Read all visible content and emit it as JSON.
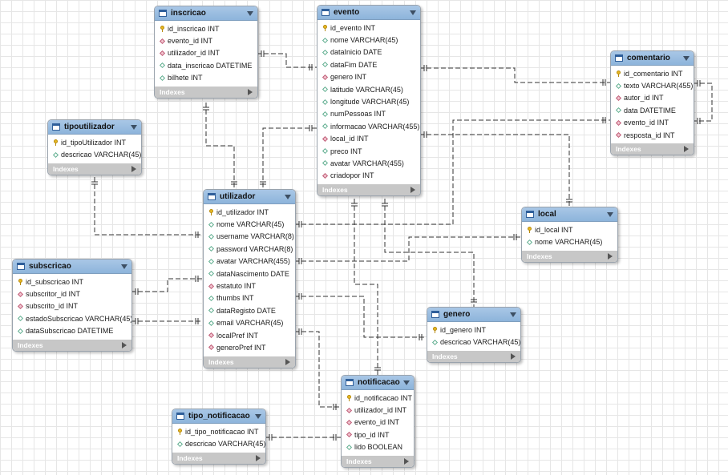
{
  "tables": [
    {
      "id": "inscricao",
      "name": "inscricao",
      "indexes_label": "Indexes",
      "columns": [
        {
          "text": "id_inscricao INT",
          "kind": "pk"
        },
        {
          "text": "evento_id INT",
          "kind": "fk"
        },
        {
          "text": "utilizador_id INT",
          "kind": "fk"
        },
        {
          "text": "data_inscricao DATETIME",
          "kind": "col"
        },
        {
          "text": "bilhete INT",
          "kind": "col"
        }
      ]
    },
    {
      "id": "evento",
      "name": "evento",
      "indexes_label": "Indexes",
      "columns": [
        {
          "text": "id_evento INT",
          "kind": "pk"
        },
        {
          "text": "nome VARCHAR(45)",
          "kind": "col"
        },
        {
          "text": "dataInicio DATE",
          "kind": "col"
        },
        {
          "text": "dataFim DATE",
          "kind": "col"
        },
        {
          "text": "genero INT",
          "kind": "fk"
        },
        {
          "text": "latitude VARCHAR(45)",
          "kind": "col"
        },
        {
          "text": "longitude VARCHAR(45)",
          "kind": "col"
        },
        {
          "text": "numPessoas INT",
          "kind": "col"
        },
        {
          "text": "informacao VARCHAR(455)",
          "kind": "col"
        },
        {
          "text": "local_id INT",
          "kind": "fk"
        },
        {
          "text": "preco INT",
          "kind": "col"
        },
        {
          "text": "avatar VARCHAR(455)",
          "kind": "col"
        },
        {
          "text": "criadopor INT",
          "kind": "fk"
        }
      ]
    },
    {
      "id": "comentario",
      "name": "comentario",
      "indexes_label": "Indexes",
      "columns": [
        {
          "text": "id_comentario INT",
          "kind": "pk"
        },
        {
          "text": "texto VARCHAR(455)",
          "kind": "col"
        },
        {
          "text": "autor_id INT",
          "kind": "fk"
        },
        {
          "text": "data DATETIME",
          "kind": "col"
        },
        {
          "text": "evento_id INT",
          "kind": "fk"
        },
        {
          "text": "resposta_id INT",
          "kind": "fk"
        }
      ]
    },
    {
      "id": "tipoutilizador",
      "name": "tipoutilizador",
      "indexes_label": "Indexes",
      "columns": [
        {
          "text": "id_tipoUtilizador INT",
          "kind": "pk"
        },
        {
          "text": "descricao VARCHAR(45)",
          "kind": "col"
        }
      ]
    },
    {
      "id": "utilizador",
      "name": "utilizador",
      "indexes_label": "Indexes",
      "columns": [
        {
          "text": "id_utilizador INT",
          "kind": "pk"
        },
        {
          "text": "nome VARCHAR(45)",
          "kind": "col"
        },
        {
          "text": "username VARCHAR(8)",
          "kind": "col"
        },
        {
          "text": "password VARCHAR(8)",
          "kind": "col"
        },
        {
          "text": "avatar VARCHAR(455)",
          "kind": "col"
        },
        {
          "text": "dataNascimento DATE",
          "kind": "col"
        },
        {
          "text": "estatuto INT",
          "kind": "fk"
        },
        {
          "text": "thumbs INT",
          "kind": "col"
        },
        {
          "text": "dataRegisto DATE",
          "kind": "col"
        },
        {
          "text": "email VARCHAR(45)",
          "kind": "col"
        },
        {
          "text": "localPref INT",
          "kind": "fk"
        },
        {
          "text": "generoPref INT",
          "kind": "fk"
        }
      ]
    },
    {
      "id": "local",
      "name": "local",
      "indexes_label": "Indexes",
      "columns": [
        {
          "text": "id_local INT",
          "kind": "pk"
        },
        {
          "text": "nome VARCHAR(45)",
          "kind": "col"
        }
      ]
    },
    {
      "id": "subscricao",
      "name": "subscricao",
      "indexes_label": "Indexes",
      "columns": [
        {
          "text": "id_subscricao INT",
          "kind": "pk"
        },
        {
          "text": "subscritor_id INT",
          "kind": "fk"
        },
        {
          "text": "subscrito_id INT",
          "kind": "fk"
        },
        {
          "text": "estadoSubscricao VARCHAR(45)",
          "kind": "col"
        },
        {
          "text": "dataSubscricao DATETIME",
          "kind": "col"
        }
      ]
    },
    {
      "id": "genero",
      "name": "genero",
      "indexes_label": "Indexes",
      "columns": [
        {
          "text": "id_genero INT",
          "kind": "pk"
        },
        {
          "text": "descricao VARCHAR(45)",
          "kind": "col"
        }
      ]
    },
    {
      "id": "notificacao",
      "name": "notificacao",
      "indexes_label": "Indexes",
      "columns": [
        {
          "text": "id_notificacao INT",
          "kind": "pk"
        },
        {
          "text": "utilizador_id INT",
          "kind": "fk"
        },
        {
          "text": "evento_id INT",
          "kind": "fk"
        },
        {
          "text": "tipo_id INT",
          "kind": "fk"
        },
        {
          "text": "lido BOOLEAN",
          "kind": "col"
        }
      ]
    },
    {
      "id": "tipo_notificacao",
      "name": "tipo_notificacao",
      "indexes_label": "Indexes",
      "columns": [
        {
          "text": "id_tipo_notificacao INT",
          "kind": "pk"
        },
        {
          "text": "descricao VARCHAR(45)",
          "kind": "col"
        }
      ]
    }
  ],
  "colors": {
    "header": "#8db4db",
    "footer": "#c7c7c7",
    "line": "#333333",
    "grid": "#e6e6e6"
  }
}
